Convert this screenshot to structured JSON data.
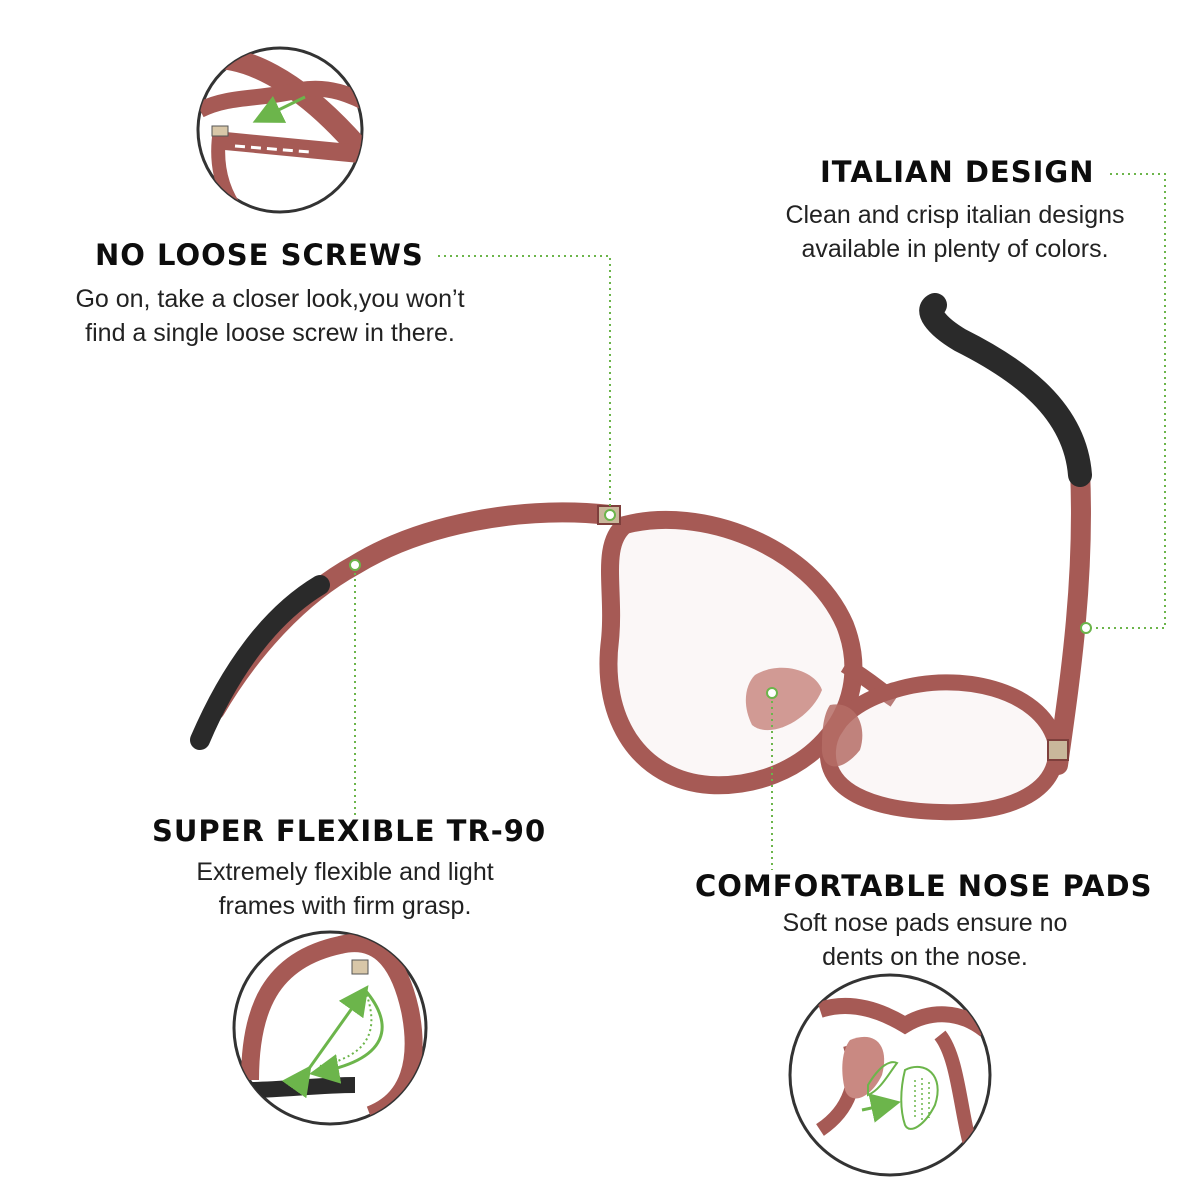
{
  "features": {
    "loose_screws": {
      "title": "NO LOOSE SCREWS",
      "lines": [
        "Go on, take a closer look,you won’t",
        "find a single loose screw in there."
      ]
    },
    "italian": {
      "title": "ITALIAN DESIGN",
      "lines": [
        "Clean and crisp italian designs",
        "available in plenty of colors."
      ]
    },
    "flexible": {
      "title": "SUPER FLEXIBLE TR-90",
      "lines": [
        "Extremely flexible and light",
        "frames with firm grasp."
      ]
    },
    "nose": {
      "title": "COMFORTABLE NOSE PADS",
      "lines": [
        "Soft nose pads ensure no",
        "dents on the nose."
      ]
    }
  },
  "colors": {
    "frame": "#a65a55",
    "frame_dark": "#7e3f3c",
    "tip": "#2a2a2a",
    "callout_line": "#6cb54b",
    "arrow": "#6cb54b"
  }
}
